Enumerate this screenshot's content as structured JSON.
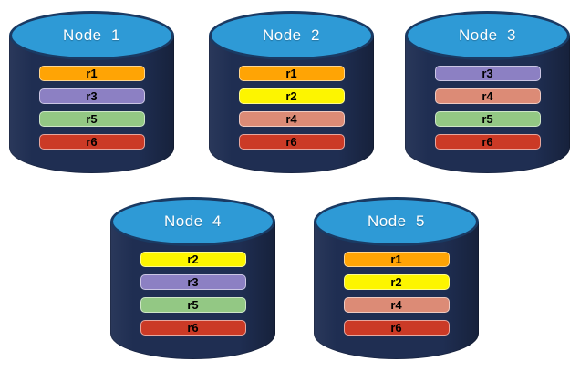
{
  "page": {
    "background": "#FFFFFF"
  },
  "diagram": {
    "colors": {
      "cylinder_body": "#1F2E52",
      "cylinder_top": "#2E9AD6",
      "cylinder_outline": "#1A3A63",
      "node_label_text": "#FFFFFF",
      "replica_label_text": "#000000"
    },
    "replica_colors": {
      "r1": "#FFA405",
      "r2": "#FDF500",
      "r3": "#8C80C3",
      "r4": "#DC8B76",
      "r5": "#93C884",
      "r6": "#CB3A26"
    },
    "nodes": [
      {
        "label": "Node  1",
        "replicas": [
          "r1",
          "r3",
          "r5",
          "r6"
        ]
      },
      {
        "label": "Node  2",
        "replicas": [
          "r1",
          "r2",
          "r4",
          "r6"
        ]
      },
      {
        "label": "Node  3",
        "replicas": [
          "r3",
          "r4",
          "r5",
          "r6"
        ]
      },
      {
        "label": "Node  4",
        "replicas": [
          "r2",
          "r3",
          "r5",
          "r6"
        ]
      },
      {
        "label": "Node  5",
        "replicas": [
          "r1",
          "r2",
          "r4",
          "r6"
        ]
      }
    ]
  }
}
